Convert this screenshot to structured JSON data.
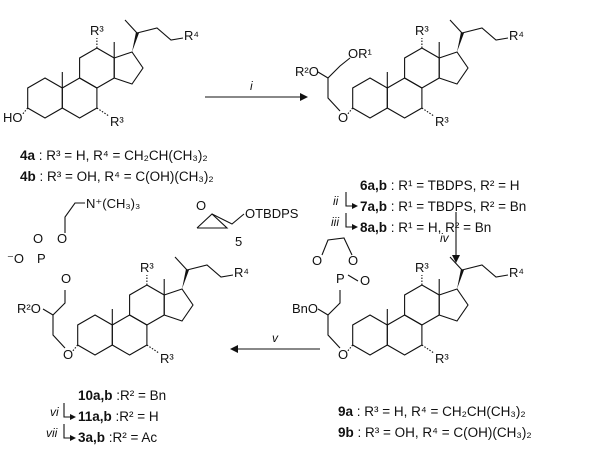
{
  "title": "Synthesis scheme of bile acid phospholipid analogues",
  "reagents": {
    "i": "i",
    "ii": "ii",
    "iii": "iii",
    "iv": "iv",
    "v": "v",
    "vi": "vi",
    "vii": "vii"
  },
  "substituents": {
    "R3": "R³",
    "R4": "R⁴",
    "HO": "HO",
    "R2O": "R²O",
    "OR1": "OR¹",
    "O": "O",
    "BnO": "BnO",
    "P": "P",
    "Ominus": "⁻O",
    "NMe3": "N⁺(CH₃)₃",
    "OTBDPS": "OTBDPS",
    "epoxide_label": "5"
  },
  "compounds": {
    "4a": {
      "id": "4a",
      "text": " : R³ = H, R⁴ = CH₂CH(CH₃)₂"
    },
    "4b": {
      "id": "4b",
      "text": " : R³ = OH, R⁴ = C(OH)(CH₃)₂"
    },
    "6ab": {
      "id": "6a,b",
      "text": " : R¹ = TBDPS, R² = H"
    },
    "7ab": {
      "id": "7a,b",
      "text": " : R¹ = TBDPS, R² = Bn"
    },
    "8ab": {
      "id": "8a,b",
      "text": " : R¹ = H, R² = Bn"
    },
    "9a": {
      "id": "9a",
      "text": " : R³ = H, R⁴ = CH₂CH(CH₃)₂"
    },
    "9b": {
      "id": "9b",
      "text": " : R³ = OH, R⁴ = C(OH)(CH₃)₂"
    },
    "10ab": {
      "id": "10a,b",
      "text": " :R² = Bn"
    },
    "11ab": {
      "id": "11a,b",
      "text": " :R² = H"
    },
    "3ab": {
      "id": "3a,b",
      "text": " :R² = Ac"
    }
  }
}
